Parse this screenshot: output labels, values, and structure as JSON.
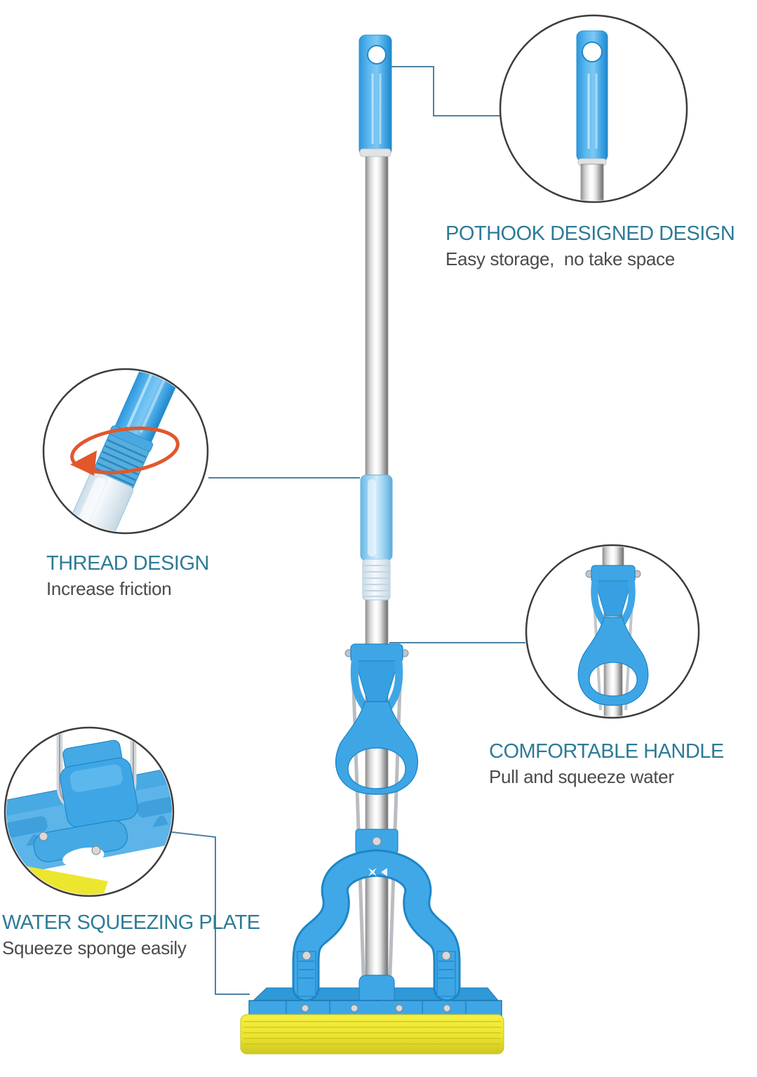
{
  "callouts": [
    {
      "id": "pothook",
      "title": "POTHOOK DESIGNED DESIGN",
      "subtitle": "Easy storage,  no take space"
    },
    {
      "id": "thread",
      "title": "THREAD DESIGN",
      "subtitle": "Increase friction"
    },
    {
      "id": "handle",
      "title": "COMFORTABLE HANDLE",
      "subtitle": "Pull and squeeze water"
    },
    {
      "id": "plate",
      "title": "WATER SQUEEZING PLATE",
      "subtitle": "Squeeze sponge easily"
    }
  ],
  "icons": {
    "hanging_hole": "hanging-hole-icon",
    "rotation_arrow": "rotation-arrow-icon",
    "plus_mark": "plus-mark-icon",
    "arrow_mark": "arrow-mark-icon"
  },
  "colors": {
    "mop_blue": "#3fa6e6",
    "mop_blue_dark": "#1e87c9",
    "sponge_yellow": "#ece62f",
    "heading_teal": "#2d7b97",
    "subtext_gray": "#4b4b4b",
    "leader_line": "#4d82a2",
    "circle_outline": "#3c3c3c",
    "rotation_arrow_orange": "#e2572b"
  }
}
